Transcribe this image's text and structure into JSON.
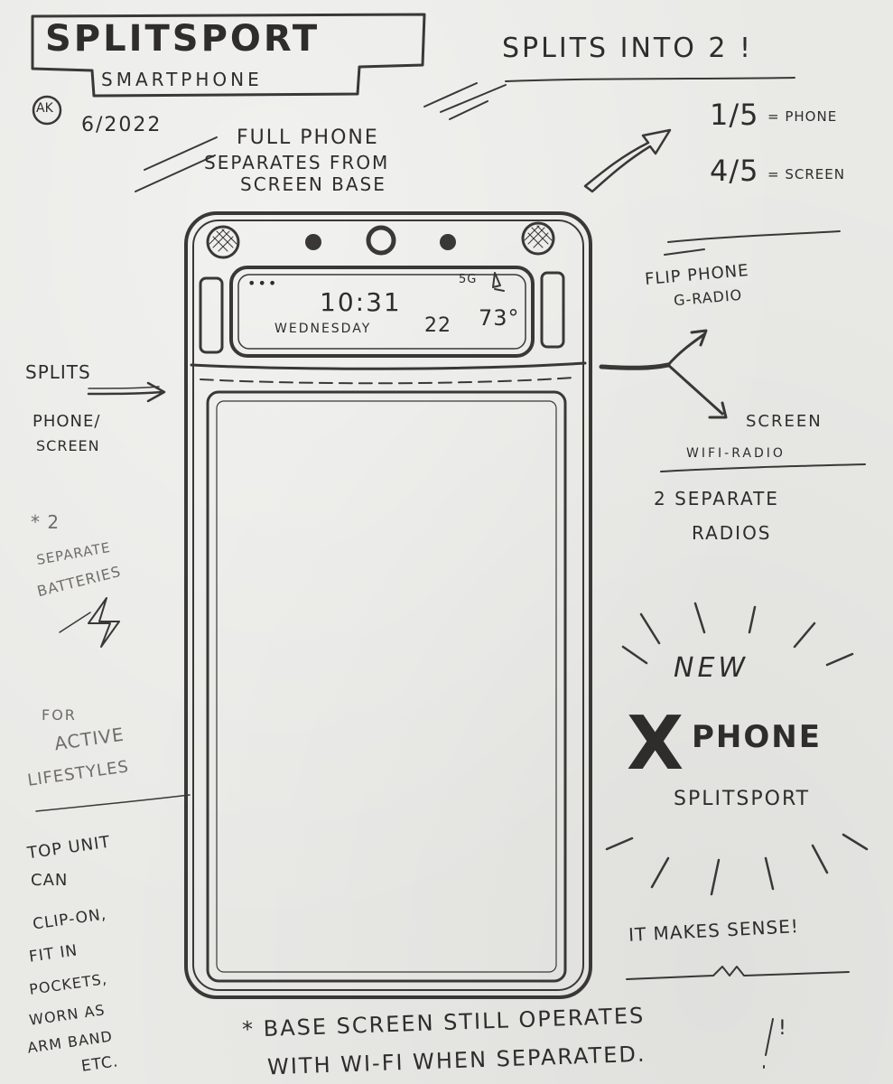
{
  "title": {
    "main": "SPLITSPORT",
    "sub": "SMARTPHONE"
  },
  "signature_initials": "AK",
  "date": "6/2022",
  "headline": "SPLITS INTO 2 !",
  "separation_note": [
    "FULL PHONE",
    "SEPARATES FROM",
    "SCREEN BASE"
  ],
  "ratios": {
    "phone_fraction": "1/5",
    "phone_label": "= PHONE",
    "screen_fraction": "4/5",
    "screen_label": "= SCREEN"
  },
  "phone_display": {
    "dots": "•••",
    "signal": "5G",
    "time": "10:31",
    "day": "WEDNESDAY",
    "date_number": "22",
    "temperature": "73°"
  },
  "branch_top": [
    "FLIP PHONE",
    "G-RADIO"
  ],
  "branch_bottom": [
    "SCREEN",
    "WIFI-RADIO"
  ],
  "separate_radios": [
    "2 SEPARATE",
    "RADIOS"
  ],
  "splits_note": [
    "SPLITS",
    "PHONE/",
    "SCREEN"
  ],
  "batteries_note": [
    "* 2",
    "SEPARATE",
    "BATTERIES"
  ],
  "lifestyle_note": [
    "FOR",
    "ACTIVE",
    "LIFESTYLES"
  ],
  "top_unit_note": [
    "TOP UNIT",
    "CAN",
    "CLIP-ON,",
    "FIT IN",
    "POCKETS,",
    "WORN AS",
    "ARM BAND",
    "ETC."
  ],
  "promo": {
    "new": "NEW",
    "x": "X",
    "phone": "PHONE",
    "name": "SPLITSPORT"
  },
  "tagline": "IT MAKES SENSE!",
  "footer": [
    "* BASE SCREEN STILL OPERATES",
    "WITH WI-FI WHEN SEPARATED."
  ],
  "footer_bang": "!"
}
